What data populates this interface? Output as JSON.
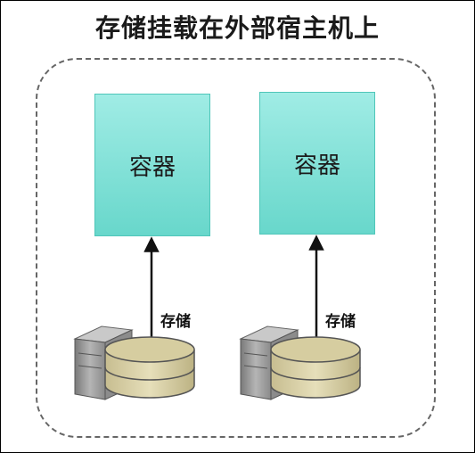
{
  "title": "存储挂载在外部宿主机上",
  "host": {
    "containers": [
      {
        "label": "容器"
      },
      {
        "label": "容器"
      }
    ],
    "storage_labels": [
      "存储",
      "存储"
    ]
  },
  "colors": {
    "container_fill": "#7fe0d5",
    "container_border": "#4fc6b9",
    "disk_fill": "#d9d1a6",
    "disk_dark": "#bdb386",
    "server_gray": "#9a9a9a",
    "host_border": "#666666"
  },
  "icons": [
    "server-icon",
    "disk-icon",
    "arrow-icon"
  ]
}
